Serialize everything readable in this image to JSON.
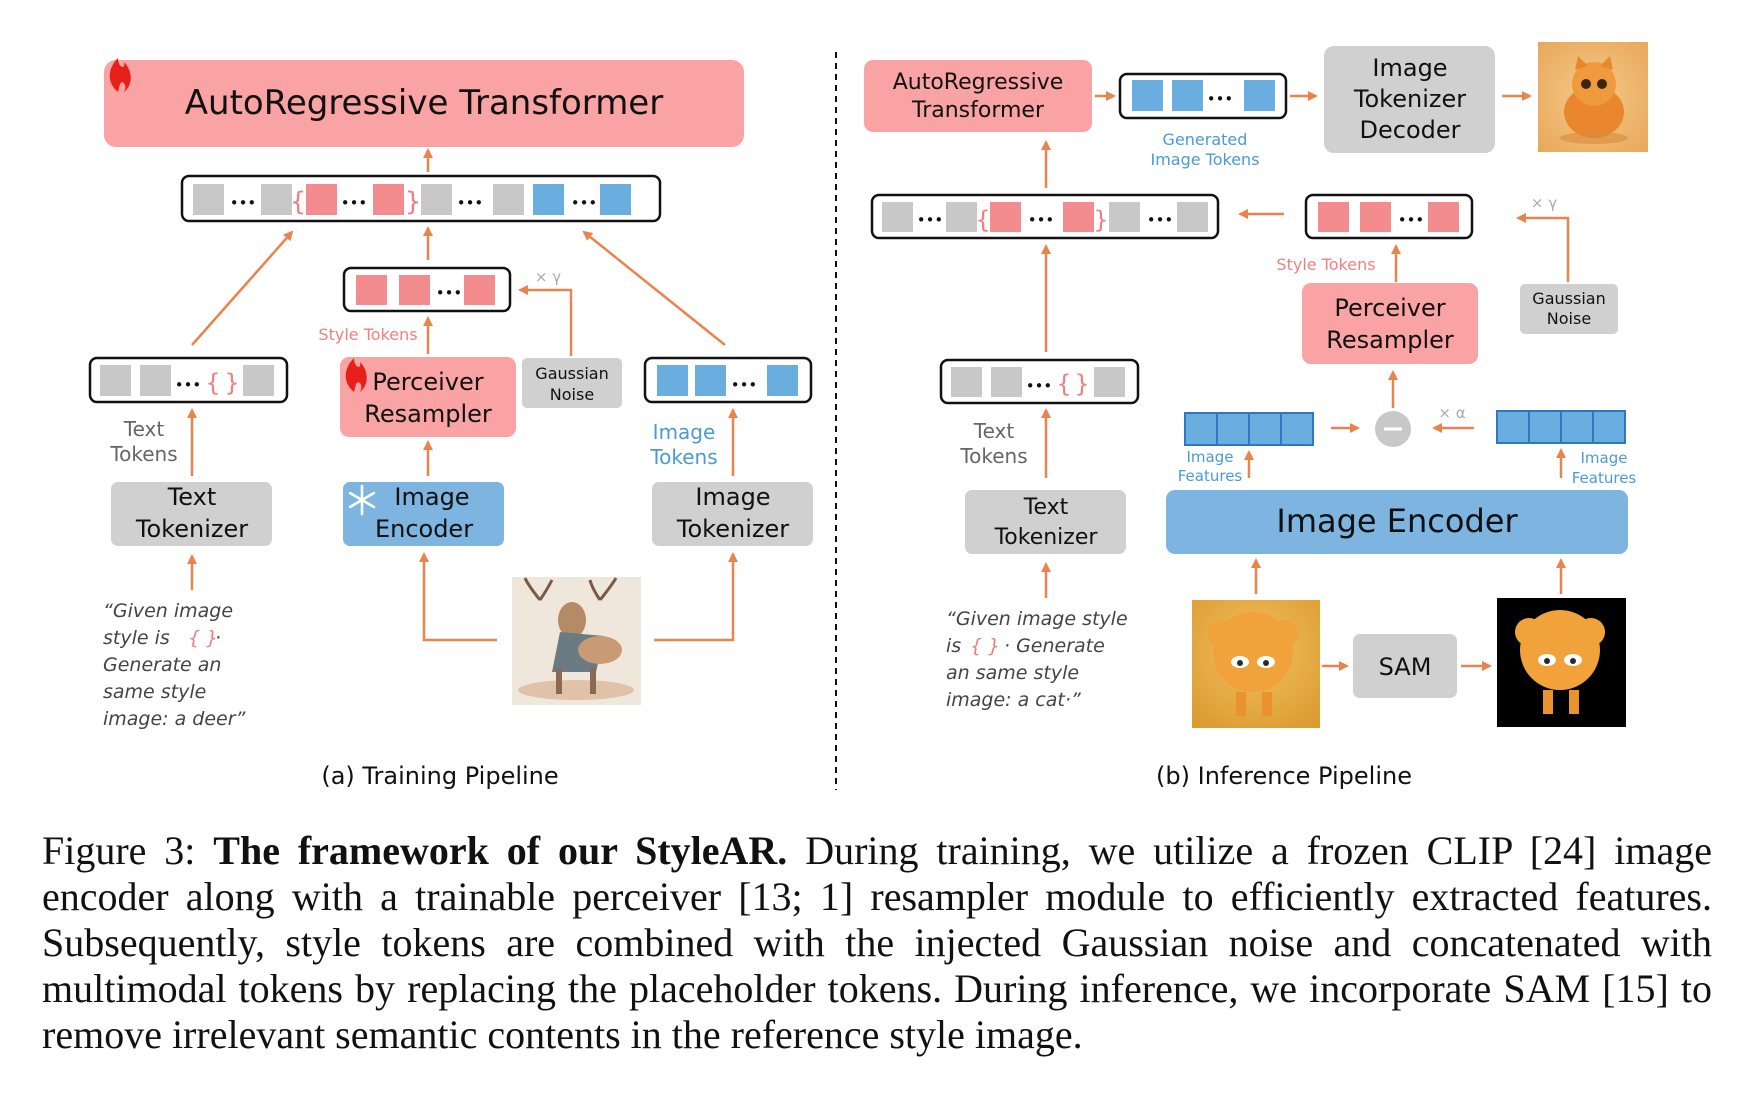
{
  "training": {
    "ar_transformer": "AutoRegressive Transformer",
    "style_tokens": "Style Tokens",
    "gamma": "× γ",
    "perceiver_line1": "Perceiver",
    "perceiver_line2": "Resampler",
    "gaussian_line1": "Gaussian",
    "gaussian_line2": "Noise",
    "text_tokens_line1": "Text",
    "text_tokens_line2": "Tokens",
    "image_tokens_line1": "Image",
    "image_tokens_line2": "Tokens",
    "text_tokenizer_line1": "Text",
    "text_tokenizer_line2": "Tokenizer",
    "image_encoder_line1": "Image",
    "image_encoder_line2": "Encoder",
    "image_tokenizer_line1": "Image",
    "image_tokenizer_line2": "Tokenizer",
    "prompt_lines": [
      "“Given image",
      "style is",
      "Generate an",
      "same style",
      "image: a deer”"
    ],
    "prompt_brace": "{ }",
    "prompt_dot": "·",
    "title": "(a) Training Pipeline"
  },
  "inference": {
    "ar_line1": "AutoRegressive",
    "ar_line2": "Transformer",
    "generated_line1": "Generated",
    "generated_line2": "Image Tokens",
    "decoder_line1": "Image",
    "decoder_line2": "Tokenizer",
    "decoder_line3": "Decoder",
    "style_tokens": "Style Tokens",
    "gamma": "× γ",
    "alpha": "× α",
    "gaussian_line1": "Gaussian",
    "gaussian_line2": "Noise",
    "perceiver_line1": "Perceiver",
    "perceiver_line2": "Resampler",
    "text_tokens_line1": "Text",
    "text_tokens_line2": "Tokens",
    "image_features_line1": "Image",
    "image_features_line2": "Features",
    "text_tokenizer_line1": "Text",
    "text_tokenizer_line2": "Tokenizer",
    "image_encoder": "Image Encoder",
    "sam": "SAM",
    "prompt_line1": "“Given image style",
    "prompt_line2_pre": "is",
    "prompt_line2_post": "· Generate",
    "prompt_line3": "an same style",
    "prompt_line4": "image: a cat·”",
    "prompt_brace": "{ }",
    "title": "(b) Inference Pipeline"
  },
  "token_dots": "•••",
  "brace_open": "{",
  "brace_close": "}",
  "caption": {
    "label": "Figure 3:",
    "bold": "The framework of our StyleAR.",
    "text": "During training, we utilize a frozen CLIP [24] image encoder along with a trainable perceiver [13; 1] resampler module to efficiently extracted features. Subsequently, style tokens are combined with the injected Gaussian noise and concatenated with multimodal tokens by replacing the placeholder tokens. During inference, we incorporate SAM [15] to remove irrelevant semantic contents in the reference style image."
  },
  "colors": {
    "pink": "#f9a3a4",
    "pink_token": "#f28c8f",
    "pink_text": "#f08080",
    "blue": "#7db4e0",
    "blue_token": "#6aaee0",
    "blue_text": "#4a9ad6",
    "gray_box": "#d0d0d0",
    "gray_token": "#c8c8c8",
    "arrow": "#e8844e"
  }
}
